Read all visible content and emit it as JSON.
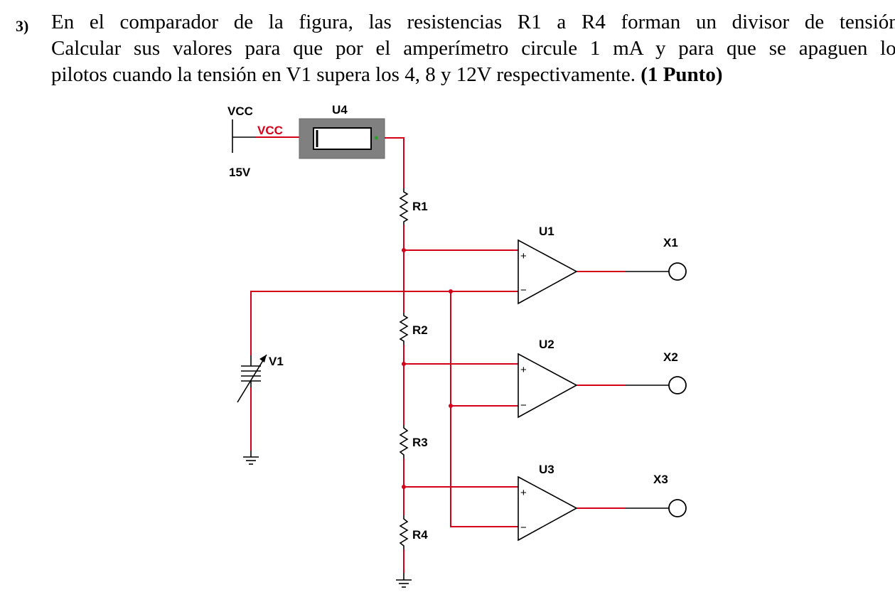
{
  "question": {
    "number": "3)",
    "line1": "En el comparador de la figura, las resistencias R1 a R4 forman un divisor de tensión.",
    "line2": "Calcular sus valores para que por el amperímetro circule 1 mA y para que se apaguen los",
    "line3_text": "pilotos cuando la tensión en V1 supera los 4, 8 y 12V respectivamente.",
    "line3_bold": "(1 Punto)"
  },
  "schematic": {
    "vcc_label": "VCC",
    "vcc_net_label": "VCC",
    "vcc_value": "15V",
    "ammeter_label": "U4",
    "resistors": [
      "R1",
      "R2",
      "R3",
      "R4"
    ],
    "source_label": "V1",
    "opamps": [
      "U1",
      "U2",
      "U3"
    ],
    "outputs": [
      "X1",
      "X2",
      "X3"
    ],
    "plus_sign": "+",
    "minus_sign": "−",
    "colors": {
      "wire": "#d4001a",
      "component": "#000000",
      "ammeter_body": "#808080"
    }
  }
}
